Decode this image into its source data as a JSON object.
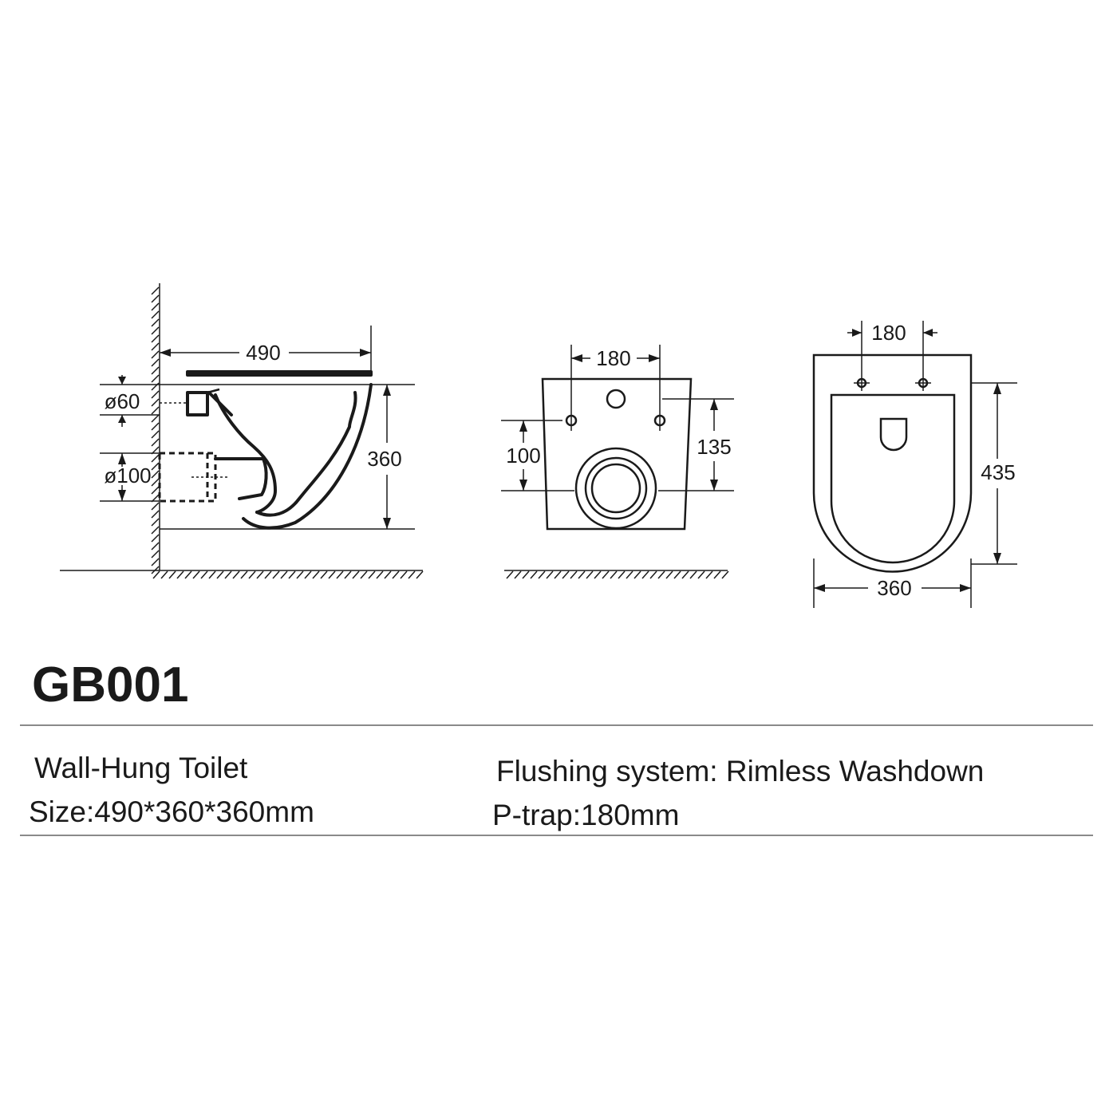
{
  "dimensions": {
    "side_width": "490",
    "side_height": "360",
    "inlet_diameter": "ø60",
    "outlet_diameter": "ø100",
    "front_bolt_spacing": "180",
    "front_outlet_height": "100",
    "front_bolt_height": "135",
    "top_bolt_spacing": "180",
    "top_length": "435",
    "top_width": "360"
  },
  "model": "GB001",
  "specs": {
    "type": "Wall-Hung Toilet",
    "size": "Size:490*360*360mm",
    "flushing": "Flushing system: Rimless Washdown",
    "trap": "P-trap:180mm"
  }
}
